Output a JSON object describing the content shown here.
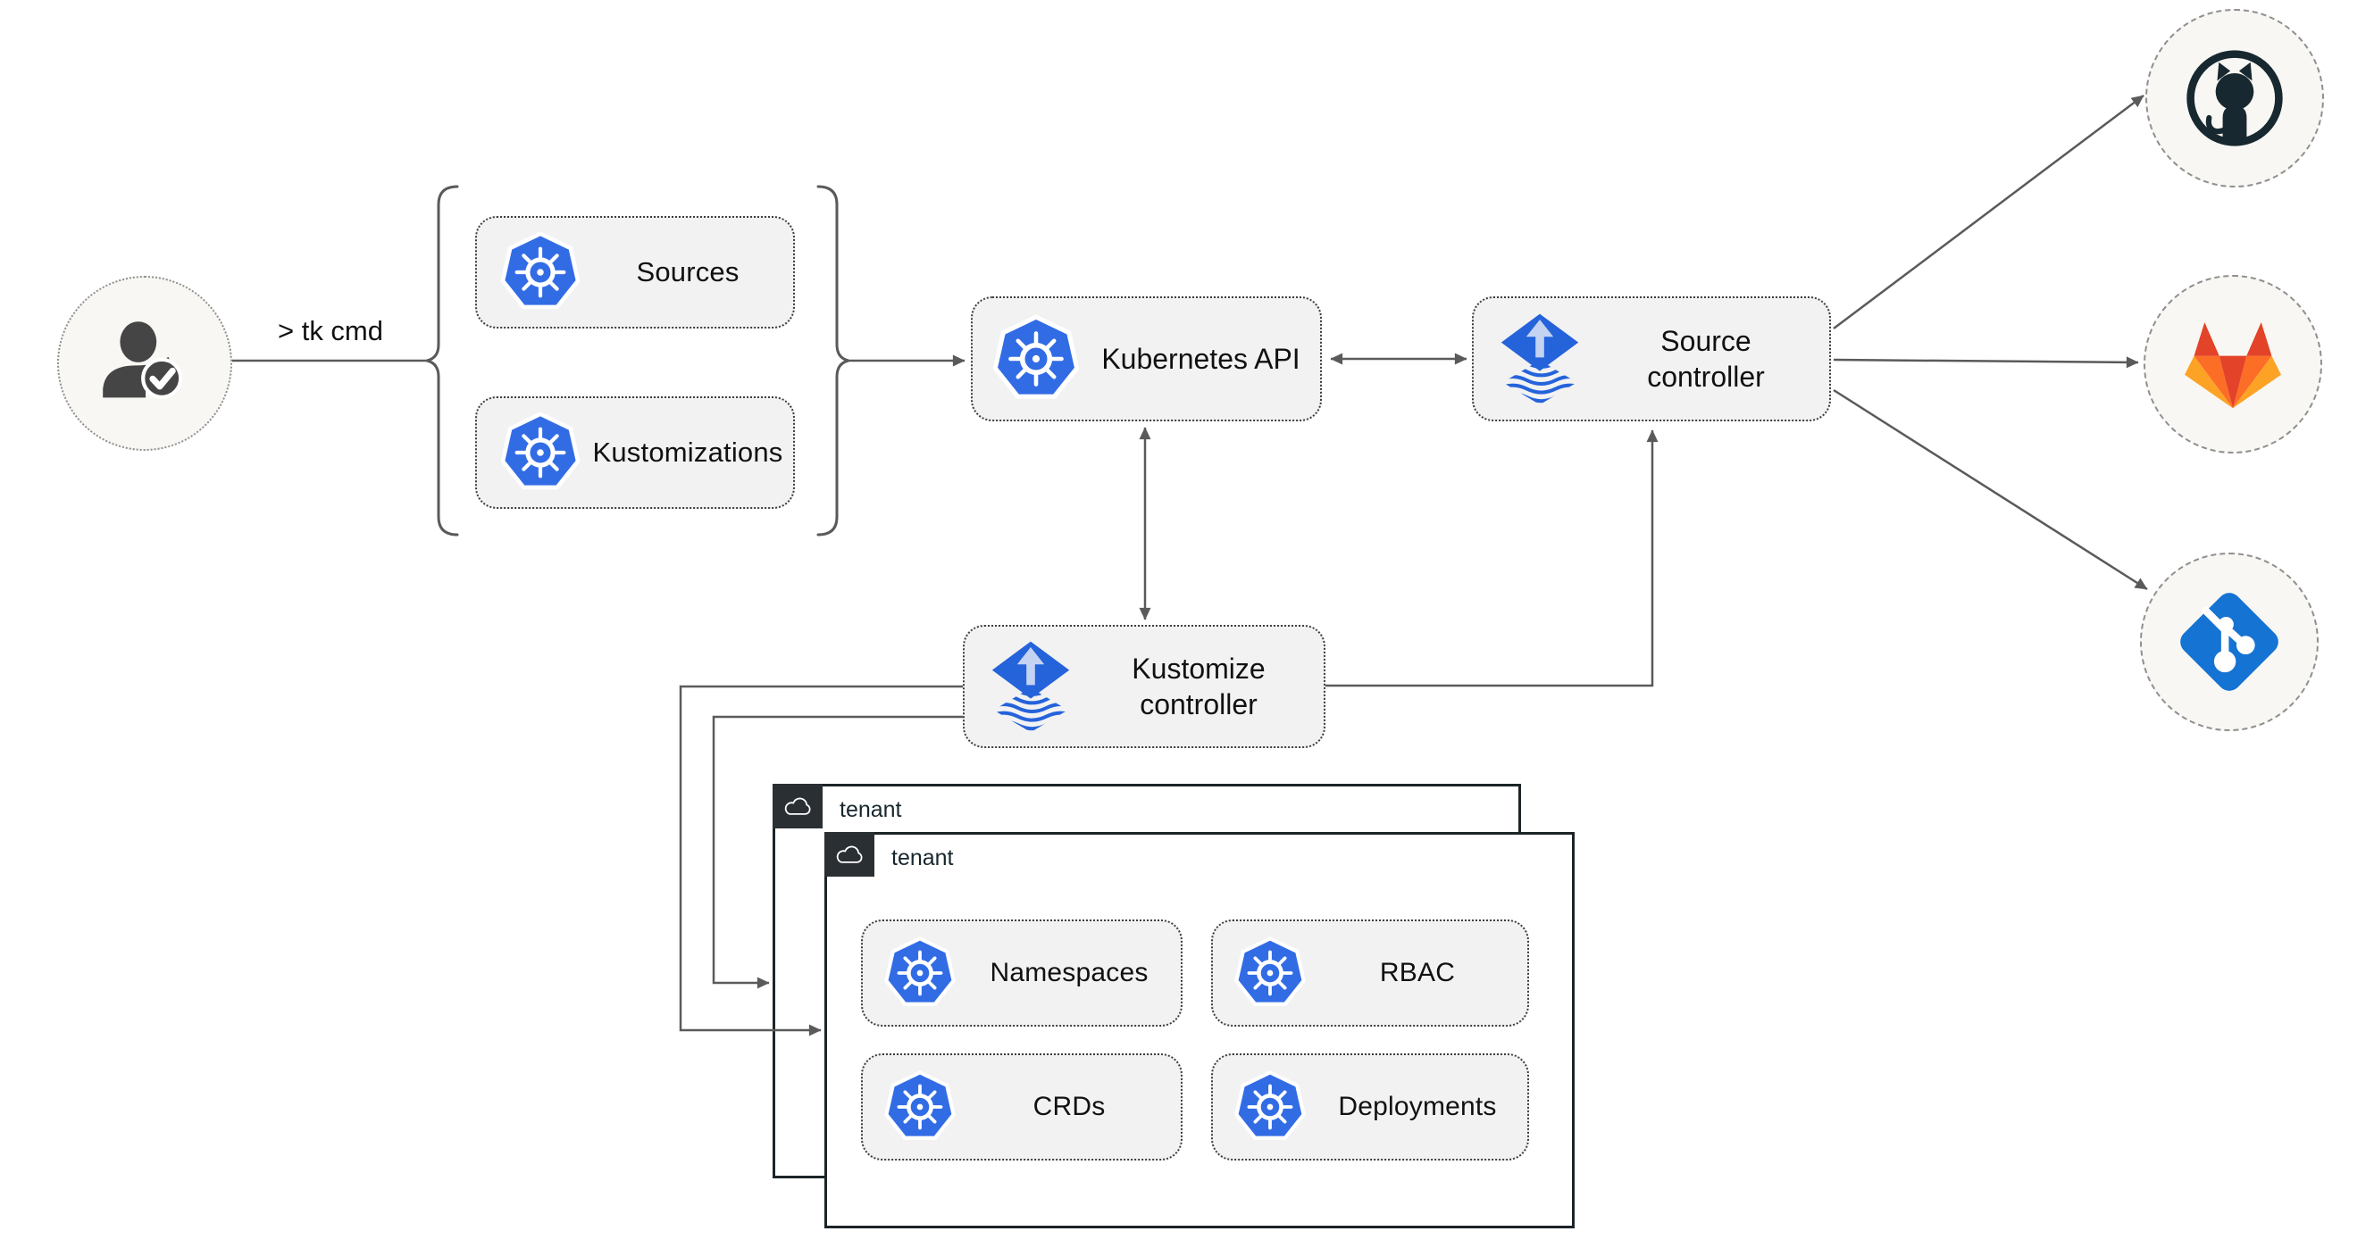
{
  "cli": {
    "command_label": "> tk cmd"
  },
  "cards": {
    "sources": "Sources",
    "kustomizations": "Kustomizations"
  },
  "nodes": {
    "kubernetes_api": "Kubernetes API",
    "source_controller": "Source controller",
    "kustomize_controller": "Kustomize controller"
  },
  "tenants": {
    "outer": "tenant",
    "inner": "tenant"
  },
  "resources": {
    "namespaces": "Namespaces",
    "rbac": "RBAC",
    "crds": "CRDs",
    "deployments": "Deployments"
  },
  "targets": {
    "github": "github",
    "gitlab": "gitlab",
    "git": "git"
  },
  "colors": {
    "canvas_bg": "#FFFFFF",
    "box_fill": "#F2F2F2",
    "box_border": "#3D3D3D",
    "line": "#5A5A5A",
    "text": "#111111",
    "k8s_blue": "#326CE5",
    "flux_blue": "#2563DB",
    "flux_arrow": "#C4D3F2",
    "github_dark": "#182830",
    "gitlab_red": "#E24329",
    "gitlab_orange": "#FC6D26",
    "gitlab_light_orange": "#FCA326",
    "git_blue": "#1573D3",
    "person_gray": "#454545",
    "tenant_tab_bg": "#2A2F33",
    "tenant_border": "#1C2428",
    "tenant_text": "#17262E",
    "circle_fill": "#F9F7F3",
    "circle_border": "#8F8F8F"
  }
}
